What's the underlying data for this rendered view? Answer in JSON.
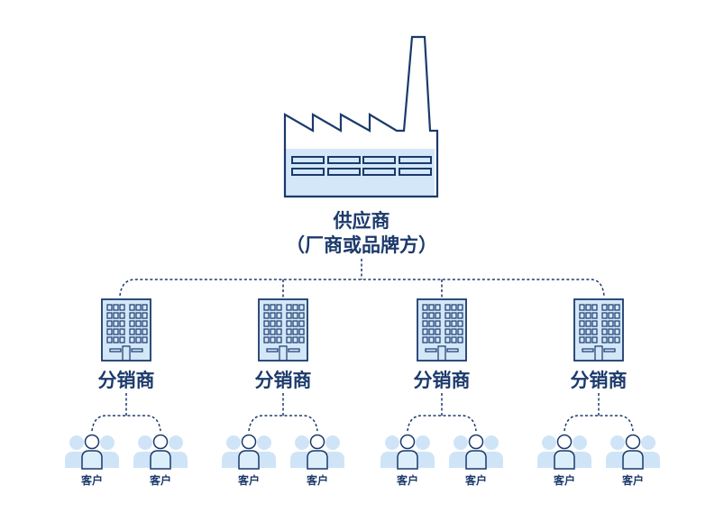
{
  "supplier": {
    "icon": "factory-icon",
    "title": "供应商",
    "subtitle": "（厂商或品牌方）"
  },
  "distributors": [
    {
      "label": "分销商",
      "icon": "office-building-icon",
      "customers": [
        {
          "label": "客户",
          "icon": "customer-group-icon"
        },
        {
          "label": "客户",
          "icon": "customer-group-icon"
        }
      ]
    },
    {
      "label": "分销商",
      "icon": "office-building-icon",
      "customers": [
        {
          "label": "客户",
          "icon": "customer-group-icon"
        },
        {
          "label": "客户",
          "icon": "customer-group-icon"
        }
      ]
    },
    {
      "label": "分销商",
      "icon": "office-building-icon",
      "customers": [
        {
          "label": "客户",
          "icon": "customer-group-icon"
        },
        {
          "label": "客户",
          "icon": "customer-group-icon"
        }
      ]
    },
    {
      "label": "分销商",
      "icon": "office-building-icon",
      "customers": [
        {
          "label": "客户",
          "icon": "customer-group-icon"
        },
        {
          "label": "客户",
          "icon": "customer-group-icon"
        }
      ]
    }
  ],
  "colors": {
    "stroke": "#1b3a6b",
    "fill_light": "#d3e7f9",
    "people_fill": "#cfe4f7",
    "text": "#1b3a6b"
  }
}
